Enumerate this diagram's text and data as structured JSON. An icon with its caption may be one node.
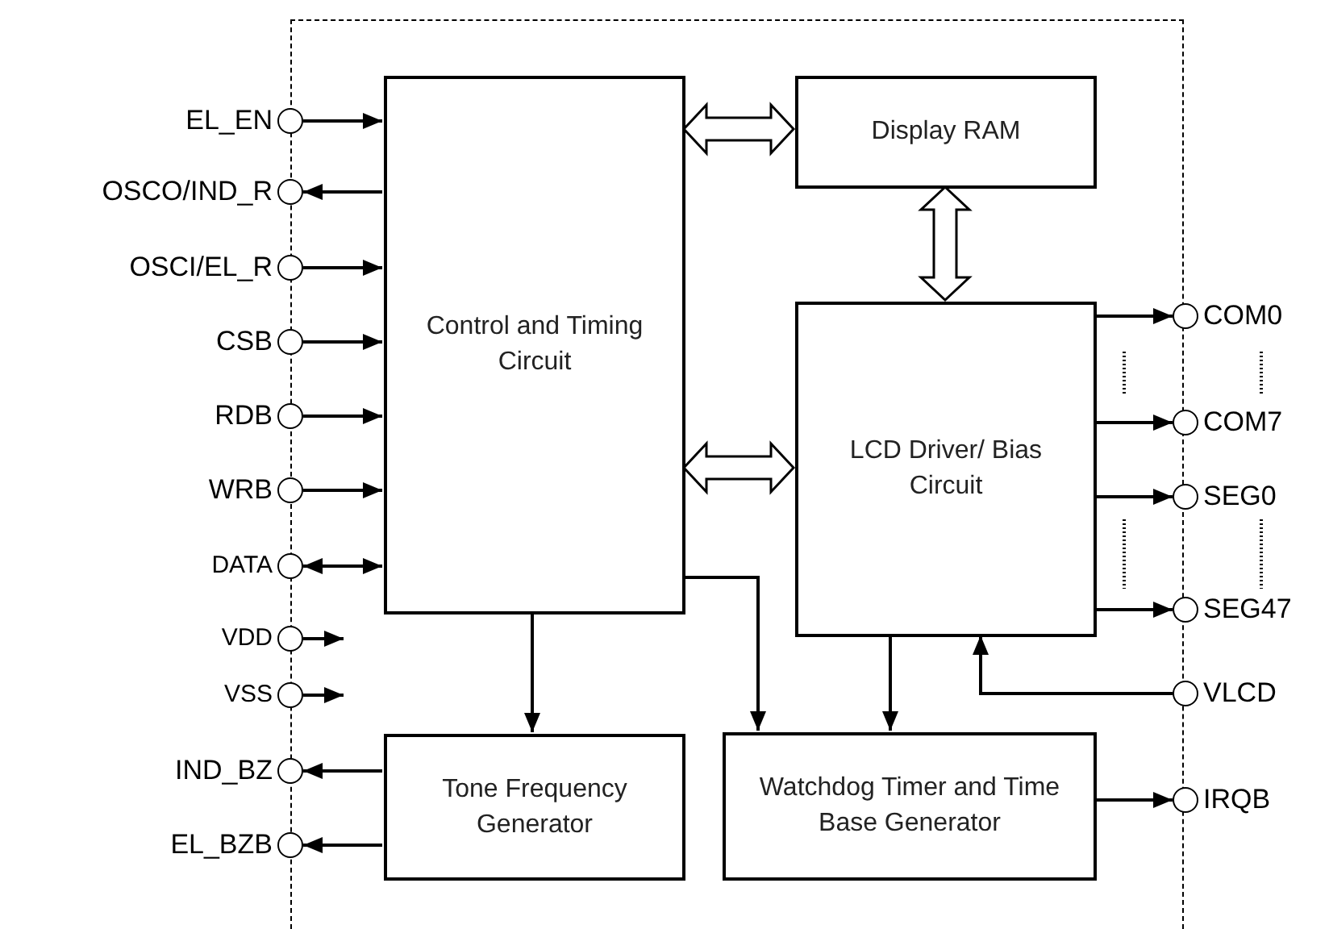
{
  "diagram": {
    "nodes": [
      {
        "text": [],
        "shape": "box"
      },
      {
        "text": [
          "Control and Timing Circuit"
        ],
        "in": 0
      },
      {
        "text": [
          "Display RAM"
        ],
        "in": 0
      },
      {
        "text": [
          "LCD Driver/ Bias Circuit"
        ],
        "in": 0
      },
      {
        "text": [
          "Tone Frequency Generator"
        ],
        "in": 0
      },
      {
        "text": [
          "Watchdog Timer and Time Base Generator"
        ],
        "in": 0
      },
      {
        "text": [
          "EL_EN"
        ]
      },
      {
        "text": [
          "OSCO/IND_R"
        ]
      },
      {
        "text": [
          "OSCI/EL_R"
        ]
      },
      {
        "text": [
          "CSB"
        ]
      },
      {
        "text": [
          "RDB"
        ]
      },
      {
        "text": [
          "WRB"
        ]
      },
      {
        "text": [
          "DATA"
        ]
      },
      {
        "text": [
          "VDD"
        ]
      },
      {
        "text": [
          "VSS"
        ]
      },
      {
        "text": [
          "IND_BZ"
        ]
      },
      {
        "text": [
          "EL_BZB"
        ]
      },
      {
        "text": [
          "COM0"
        ]
      },
      {
        "text": [
          "COM7"
        ]
      },
      {
        "text": [
          "SEG0"
        ]
      },
      {
        "text": [
          "SEG47"
        ]
      },
      {
        "text": [
          "VLCD"
        ]
      },
      {
        "text": [
          "IRQB"
        ]
      }
    ],
    "edges": [
      {
        "from": 6,
        "to": 1,
        "arrow": "to"
      },
      {
        "from": 1,
        "to": 7,
        "arrow": "to"
      },
      {
        "from": 8,
        "to": 1,
        "arrow": "to"
      },
      {
        "from": 9,
        "to": 1,
        "arrow": "to"
      },
      {
        "from": 10,
        "to": 1,
        "arrow": "to"
      },
      {
        "from": 11,
        "to": 1,
        "arrow": "to"
      },
      {
        "from": 12,
        "to": 1,
        "arrow": "both"
      },
      {
        "from": 13,
        "to": null,
        "arrow": "to"
      },
      {
        "from": 14,
        "to": null,
        "arrow": "to"
      },
      {
        "from": 4,
        "to": 15,
        "arrow": "to"
      },
      {
        "from": 4,
        "to": 16,
        "arrow": "to"
      },
      {
        "from": 1,
        "to": 2,
        "arrow": "both",
        "style": "thick"
      },
      {
        "from": 2,
        "to": 3,
        "arrow": "both",
        "style": "thick"
      },
      {
        "from": 1,
        "to": 3,
        "arrow": "both",
        "style": "thick"
      },
      {
        "from": 1,
        "to": 4,
        "arrow": "to"
      },
      {
        "from": 1,
        "to": 5,
        "arrow": "to"
      },
      {
        "from": 3,
        "to": 5,
        "arrow": "to"
      },
      {
        "from": 21,
        "to": 3,
        "arrow": "to"
      },
      {
        "from": 3,
        "to": 17,
        "arrow": "to"
      },
      {
        "from": 3,
        "to": 18,
        "arrow": "to"
      },
      {
        "from": 3,
        "to": 19,
        "arrow": "to"
      },
      {
        "from": 3,
        "to": 20,
        "arrow": "to"
      },
      {
        "from": 5,
        "to": 22,
        "arrow": "to"
      }
    ]
  }
}
